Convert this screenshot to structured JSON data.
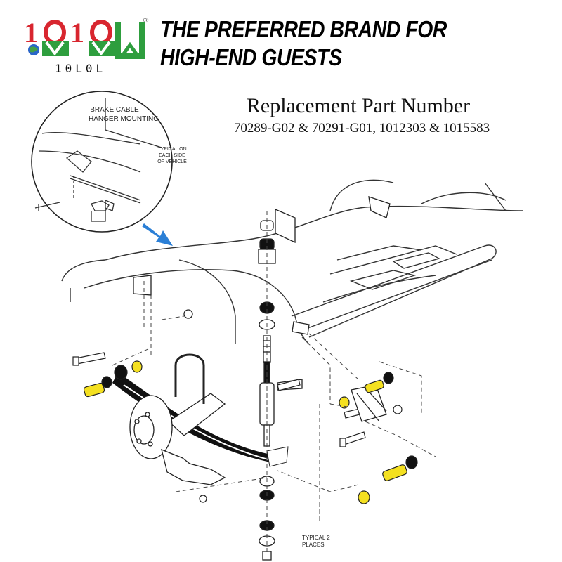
{
  "brand": {
    "logo_text": "10L0L",
    "registered_mark": "®",
    "slogan": "THE PREFERRED BRAND FOR HIGH-END GUESTS",
    "colors": {
      "red": "#d8262f",
      "green": "#2e9e3e",
      "globe": "#2a66c9"
    }
  },
  "header": {
    "title": "Replacement Part Number",
    "part_numbers": "70289-G02 & 70291-G01, 1012303 & 1015583"
  },
  "diagram": {
    "inset_title_line1": "BRAKE CABLE",
    "inset_title_line2": "HANGER MOUNTING",
    "inset_note_line1": "TYPICAL ON",
    "inset_note_line2": "EACH SIDE",
    "inset_note_line3": "OF VEHICLE",
    "typical_line1": "TYPICAL 2",
    "typical_line2": "PLACES",
    "arrow_color": "#2b7fd6",
    "highlight_color": "#f4e020"
  }
}
